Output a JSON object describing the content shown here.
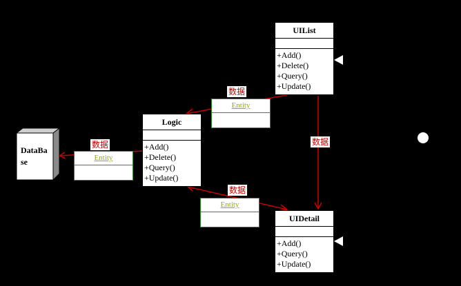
{
  "database": {
    "line1": "DataBa",
    "line2": "se"
  },
  "uilist": {
    "title": "UIList",
    "methods": [
      "+Add()",
      "+Delete()",
      "+Query()",
      "+Update()"
    ]
  },
  "logic": {
    "title": "Logic",
    "methods": [
      "+Add()",
      "+Delete()",
      "+Query()",
      "+Update()"
    ]
  },
  "uidetail": {
    "title": "UIDetail",
    "methods": [
      "+Add()",
      "+Query()",
      "+Update()"
    ]
  },
  "entities": {
    "top": "Entity",
    "left": "Entity",
    "bottom": "Entity"
  },
  "labels": {
    "top": "数据",
    "left": "数据",
    "bottom": "数据",
    "right": "数据"
  },
  "colors": {
    "arrow": "#cc0000",
    "entity_border": "#2e8b2e",
    "entity_text": "#9aa810",
    "background": "#000000"
  }
}
